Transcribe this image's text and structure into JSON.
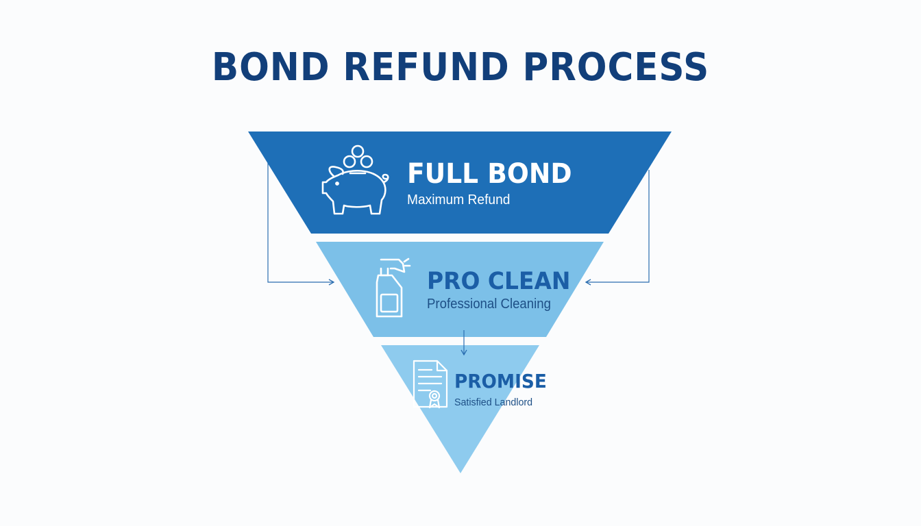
{
  "title": "BOND REFUND PROCESS",
  "colors": {
    "title": "#123f7a",
    "tier1_fill": "#1e6fb7",
    "tier2_fill": "#7cc0e8",
    "tier3_fill": "#8ecbee",
    "tier1_text": "#ffffff",
    "tier2_title": "#1b5ea6",
    "tier2_sub": "#1d4f86",
    "connector": "#2a6db0",
    "icon_light": "#ffffff"
  },
  "tiers": [
    {
      "title": "FULL BOND",
      "subtitle": "Maximum Refund",
      "icon": "piggy-bank-icon"
    },
    {
      "title": "PRO CLEAN",
      "subtitle": "Professional Cleaning",
      "icon": "spray-bottle-icon"
    },
    {
      "title": "PROMISE",
      "subtitle": "Satisfied Landlord",
      "icon": "certificate-icon"
    }
  ]
}
